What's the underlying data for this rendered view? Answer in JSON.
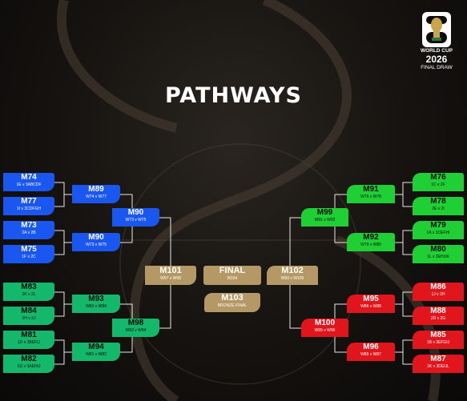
{
  "title": "PATHWAYS",
  "logo": {
    "year_digits": "26",
    "brand": "FIFA",
    "line1": "WORLD CUP",
    "line2": "2026",
    "line3": "FINAL DRAW"
  },
  "colors": {
    "blue": "#1a56f0",
    "green": "#14b86a",
    "bright_green": "#1fd035",
    "red": "#e0161c",
    "gold": "#b49966",
    "text_dark": "#0a0a0a"
  },
  "left_blue": {
    "r32": [
      {
        "code": "M74",
        "sub": "1E v 3ABCDF"
      },
      {
        "code": "M77",
        "sub": "1I v 3CDFGH"
      },
      {
        "code": "M73",
        "sub": "2A v 2B"
      },
      {
        "code": "M75",
        "sub": "1F v 2C"
      }
    ],
    "r16": [
      {
        "code": "M89",
        "sub": "W74 v W77"
      },
      {
        "code": "M90",
        "sub": "W73 v W75"
      }
    ],
    "qf": {
      "code": "M90",
      "sub": "W73 v W75"
    }
  },
  "left_green": {
    "r32": [
      {
        "code": "M83",
        "sub": "2K v 2L"
      },
      {
        "code": "M84",
        "sub": "1H v 2J"
      },
      {
        "code": "M81",
        "sub": "1D v 3BEFIJ"
      },
      {
        "code": "M82",
        "sub": "1G v 3AEHIJ"
      }
    ],
    "r16": [
      {
        "code": "M93",
        "sub": "W83 v W84"
      },
      {
        "code": "M94",
        "sub": "W81 v W82"
      }
    ],
    "qf": {
      "code": "M98",
      "sub": "W93 v W94"
    }
  },
  "right_green": {
    "r32": [
      {
        "code": "M76",
        "sub": "1C v 2F"
      },
      {
        "code": "M78",
        "sub": "2E v 2I"
      },
      {
        "code": "M79",
        "sub": "1A v 3CEFHI"
      },
      {
        "code": "M80",
        "sub": "1L v 3EHIJK"
      }
    ],
    "r16": [
      {
        "code": "M91",
        "sub": "W76 v W78"
      },
      {
        "code": "M92",
        "sub": "W79 v W80"
      }
    ],
    "qf": {
      "code": "M99",
      "sub": "W91 v W92"
    }
  },
  "right_red": {
    "r32": [
      {
        "code": "M86",
        "sub": "1J v 2H"
      },
      {
        "code": "M88",
        "sub": "2D v 2G"
      },
      {
        "code": "M85",
        "sub": "1B v 3EFGIJ"
      },
      {
        "code": "M87",
        "sub": "1K v 3DEIJL"
      }
    ],
    "r16": [
      {
        "code": "M95",
        "sub": "W86 v W88"
      },
      {
        "code": "M96",
        "sub": "W85 v W87"
      }
    ],
    "qf": {
      "code": "M100",
      "sub": "W95 v W96"
    }
  },
  "semis": [
    {
      "code": "M101",
      "sub": "W97 v W98"
    },
    {
      "code": "M102",
      "sub": "W99 v W100"
    }
  ],
  "final": {
    "code": "FINAL",
    "sub": "M104"
  },
  "third_place": {
    "code": "M103",
    "sub": "BRONZE FINAL"
  }
}
